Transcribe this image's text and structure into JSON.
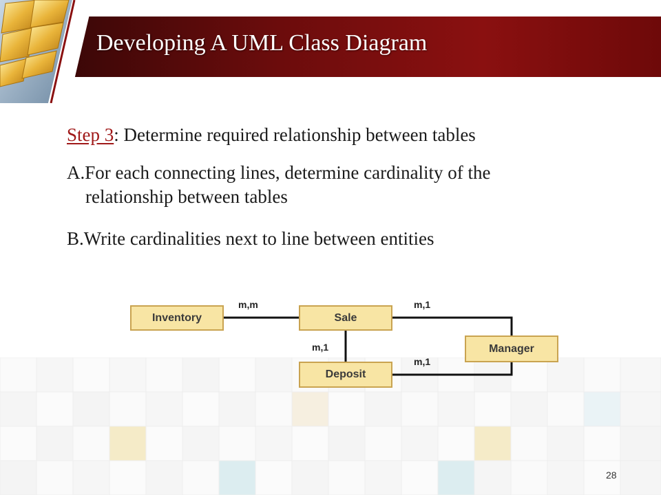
{
  "header": {
    "title": "Developing  A UML Class Diagram",
    "title_bar_color": "#7a0e0e"
  },
  "content": {
    "step_label": "Step 3",
    "step_text": ":  Determine  required relationship between tables",
    "item_a_line1": "A.For each connecting lines, determine cardinality of the",
    "item_a_line2": "relationship between tables",
    "item_b": "B.Write cardinalities next to line between entities"
  },
  "diagram": {
    "entities": {
      "inventory": "Inventory",
      "sale": "Sale",
      "manager": "Manager",
      "deposit": "Deposit"
    },
    "cardinalities": {
      "inventory_sale": "m,m",
      "sale_manager": "m,1",
      "sale_deposit": "m,1",
      "deposit_manager": "m,1"
    },
    "box_fill": "#f8e5a4",
    "box_border": "#c9a350"
  },
  "footer": {
    "page_number": "28"
  }
}
